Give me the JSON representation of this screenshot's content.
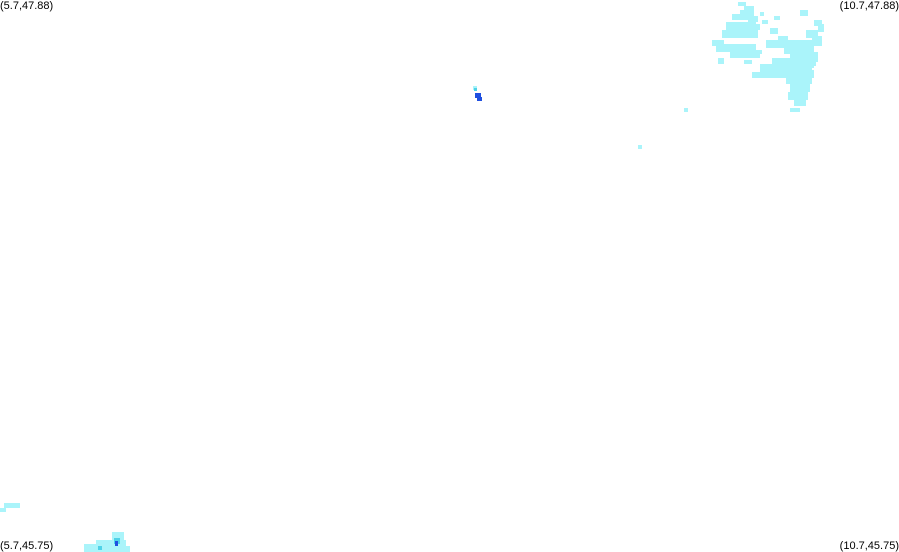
{
  "corners": {
    "top_left": "(5.7,47.88)",
    "top_right": "(10.7,47.88)",
    "bottom_left": "(5.7,45.75)",
    "bottom_right": "(10.7,45.75)"
  },
  "colors": {
    "background": "#ffffff",
    "light_precip": "#aaf4fa",
    "medium_precip": "#4fd2e8",
    "heavy_precip": "#1f4fe0",
    "label_text": "#000000"
  }
}
